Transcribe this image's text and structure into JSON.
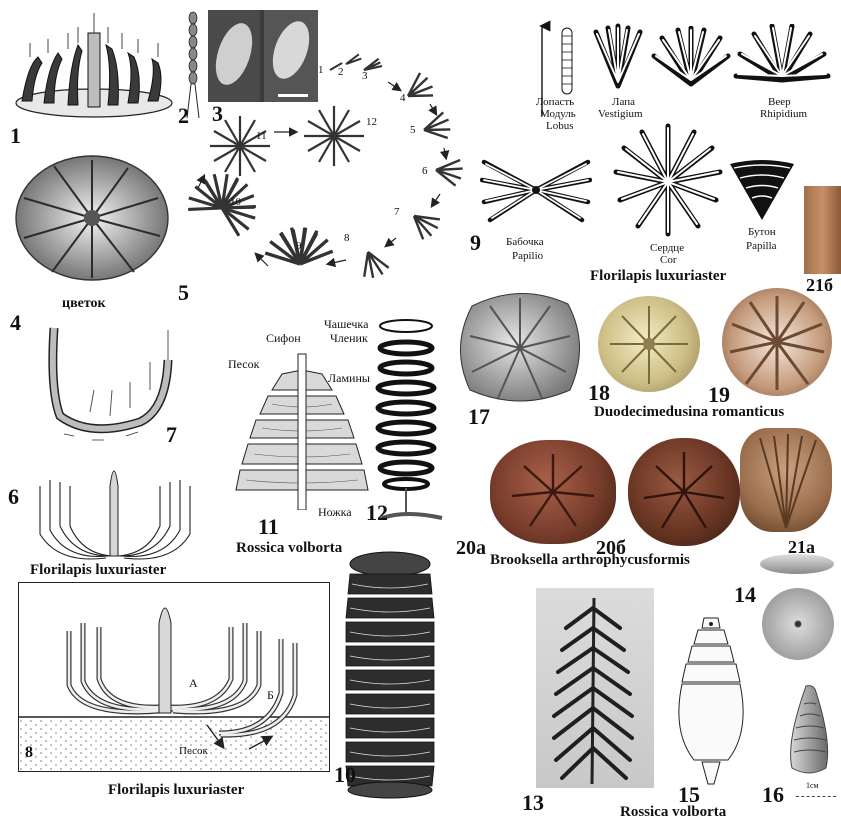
{
  "numbers": {
    "n1": "1",
    "n2": "2",
    "n3": "3",
    "n4": "4",
    "n5": "5",
    "n6": "6",
    "n7": "7",
    "n8": "8",
    "n9": "9",
    "n10": "10",
    "n11": "11",
    "n12": "12",
    "n13": "13",
    "n14": "14",
    "n15": "15",
    "n16": "16",
    "n17": "17",
    "n18": "18",
    "n19": "19",
    "n20a": "20a",
    "n20b": "20б",
    "n21a": "21a",
    "n21b": "21б"
  },
  "seq": {
    "s1": "1",
    "s2": "2",
    "s3": "3",
    "s4": "4",
    "s5": "5",
    "s6": "6",
    "s7": "7",
    "s8": "8",
    "s9": "9",
    "s10": "10",
    "s11": "11",
    "s12": "12"
  },
  "labels": {
    "tsvetok": "цветок",
    "lopast": "Лопасть",
    "modul": "Модуль",
    "lobus": "Lobus",
    "lapa": "Лапа",
    "vestigium": "Vestigium",
    "veer": "Веер",
    "rhipidium": "Rhipidium",
    "babochka": "Бабочка",
    "papilio": "Papilio",
    "serdtse": "Сердце",
    "cor": "Cor",
    "buton": "Бутон",
    "papilla": "Papilla",
    "sifon": "Сифон",
    "chashechka": "Чашечка",
    "chlenik": "Членик",
    "pesok": "Песок",
    "laminy": "Ламины",
    "nozhka": "Ножка",
    "a": "А",
    "b": "Б",
    "pesok_ground": "Песок",
    "scale": "1см"
  },
  "captions": {
    "florilapis_top": "Florilapis luxuriaster",
    "florilapis_6": "Florilapis luxuriaster",
    "florilapis_8": "Florilapis luxuriaster",
    "rossica_11": "Rossica volborta",
    "rossica_15": "Rossica volborta",
    "duodecimedusina": "Duodecimedusina romanticus",
    "brooksella": "Brooksella arthrophycusformis"
  }
}
